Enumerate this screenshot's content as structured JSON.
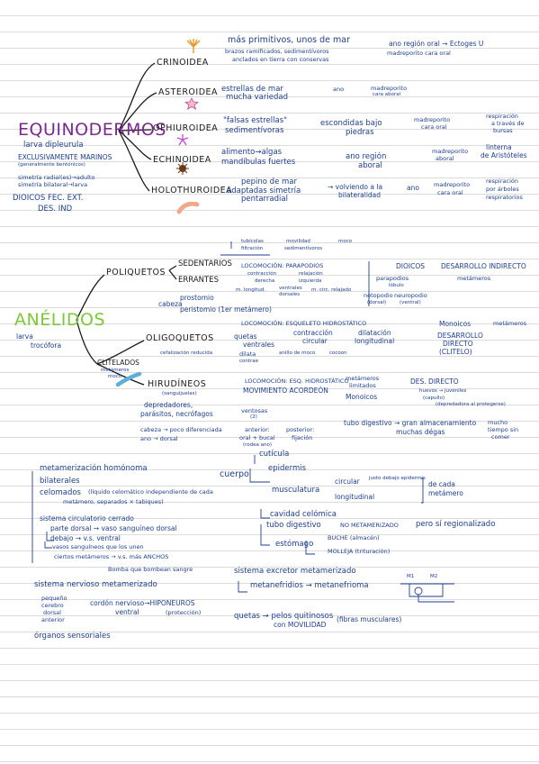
{
  "echinoderms": {
    "title": "EQUINODERMOS",
    "larva": "larva dipleurula",
    "marine": "EXCLUSIVAMENTE MARINOS",
    "benthic": "(generalmente bentónicos)",
    "sym1": "simetría radial(es)→adulto",
    "sym2": "simetría bilateral→larva",
    "dioic": "DIOICOS FEC. EXT.",
    "des": "DES. IND",
    "classes": [
      {
        "name": "CRINOIDEA",
        "l1": "más primitivos, unos de mar",
        "l2": "brazos ramificados, sedimentívoros",
        "l3": "anclados en tierra con conservas",
        "r1": "ano región oral → Ectoges U",
        "r2": "madreporito cara oral"
      },
      {
        "name": "ASTEROIDEA",
        "l1": "estrellas de mar",
        "l2": "mucha variedad",
        "r1": "ano",
        "r2": "madreporito",
        "r3": "cara aboral"
      },
      {
        "name": "OPHIUROIDEA",
        "l1": "\"falsas estrellas\"",
        "l2": "sedimentívoras",
        "m1": "escondidas bajo",
        "m2": "piedras",
        "r1": "madreporito",
        "r2": "cara oral",
        "x1": "respiración",
        "x2": "a través de",
        "x3": "bursas"
      },
      {
        "name": "ECHINOIDEA",
        "l1": "alimento→algas",
        "l2": "mandíbulas fuertes",
        "m1": "ano región",
        "m2": "aboral",
        "r1": "madreporito",
        "r2": "aboral",
        "x1": "linterna",
        "x2": "de Aristóteles"
      },
      {
        "name": "HOLOTHUROIDEA",
        "l1": "pepino de mar",
        "l2": "adaptadas simetría",
        "l3": "pentarradial",
        "m1": "→ volviendo a la",
        "m2": "bilateralidad",
        "r0": "ano",
        "r1": "madreporito",
        "r2": "cara oral",
        "x1": "respiración",
        "x2": "por árboles",
        "x3": "respiratorios"
      }
    ]
  },
  "annelids": {
    "title": "ANÉLIDOS",
    "larva1": "larva",
    "larva2": "trocófora",
    "polychaetes": {
      "name": "POLIQUETOS",
      "sed": "SEDENTARIOS",
      "err": "ERRANTES",
      "sed1": "tubícolas",
      "sed2": "movilidad",
      "sed3": "filtración",
      "sed4": "sedimentívoros",
      "sed5": "moco",
      "loc": "LOCOMOCIÓN: PARAPODIOS",
      "c1": "contracción",
      "c2": "derecha",
      "c3": "relajación",
      "c4": "izquierda",
      "v1": "m. longitud.",
      "v2": "ventrales",
      "v3": "dorsales",
      "v4": "m. circ. relajado",
      "head": "cabeza",
      "head1": "prostomio",
      "head2": "peristomio (1er metámero)",
      "dio": "DIOICOS",
      "des": "DESARROLLO INDIRECTO",
      "met": "metámeros",
      "para": "parapodios",
      "noto": "notopodio",
      "noto2": "(dorsal)",
      "neuro": "neuropodio",
      "neuro2": "(ventral)",
      "lobe": "lóbulo"
    },
    "oligochaetes": {
      "name": "OLIGOQUETOS",
      "loc": "LOCOMOCIÓN: ESQUELETO HIDROSTÁTICO",
      "cef": "cefalización reducida",
      "set": "quetas",
      "set2": "ventrales",
      "cc": "contracción",
      "cc2": "circular",
      "dil": "dilatación",
      "dil2": "longitudinal",
      "mono": "Monoicos",
      "met": "metámeros",
      "des1": "DESARROLLO",
      "des2": "DIRECTO",
      "des3": "(CLITELO)",
      "d1": "dilata",
      "d2": "anillo de moco",
      "d3": "cocoon",
      "d4": "contrae"
    },
    "clitellates": {
      "name": "CLITELADOS",
      "sub": "metámeros",
      "sub2": "moco"
    },
    "leeches": {
      "name": "HIRUDÍNEOS",
      "note": "(sanguijuelas)",
      "loc": "LOCOMOCIÓN: ESQ. HIDROSTÁTICO",
      "mov": "MOVIMIENTO ACORDEÓN",
      "met1": "metámeros",
      "met2": "limitados",
      "mono": "Monoicos",
      "des": "DES. DIRECTO",
      "w1": "huevos → juveniles",
      "w2": "(capullo)",
      "w3": "(depredadora al protegerse)",
      "pred": "depredadores,",
      "par": "parásitos, necrófagos",
      "ven": "ventosas",
      "ven2": "(2)",
      "ant": "anterior:",
      "ant2": "oral + bucal",
      "ant3": "(rodea ano)",
      "post": "posterior:",
      "post2": "fijación",
      "head": "cabeza → poco diferenciada",
      "anus": "ano → dorsal",
      "gut": "tubo digestivo → gran almacenamiento",
      "gut2": "muchas dégas",
      "long1": "mucho",
      "long2": "tiempo sin",
      "long3": "comer"
    },
    "general": {
      "b1": "metamerización homónoma",
      "b2": "bilaterales",
      "b3": "celomados",
      "b3a": "(líquido celomático independiente de cada",
      "b3b": "metámero, separados × tabiques)",
      "b4": "sistema circulatorio cerrado",
      "b4a": "parte dorsal → vaso sanguíneo dorsal",
      "b4b": "debajo → v.s. ventral",
      "b4c": "vasos sanguíneos que los unen",
      "b4d": "ciertos metámeros → v.s. más ANCHOS",
      "b4e": "Bomba que bombean sangre",
      "b5": "sistema nervioso metamerizado",
      "b5a": "pequeño",
      "b5b": "cerebro",
      "b5c": "dorsal",
      "b5d": "anterior",
      "b5e": "cordón nervioso→HIPONEUROS",
      "b5f": "ventral",
      "b5g": "(protección)",
      "b6": "órganos sensoriales",
      "body": "cuerpo",
      "cut": "cutícula",
      "epi": "epidermis",
      "mus": "musculatura",
      "mus1": "circular",
      "mus1b": "justo debajo epidermis",
      "mus2": "longitudinal",
      "each1": "de cada",
      "each2": "metámero",
      "cav": "cavidad celómica",
      "gut": "tubo digestivo",
      "gut2": "NO METAMERIZADO",
      "gut3": "pero sí regionalizado",
      "sto": "estómago",
      "sto1": "BUCHE (almacén)",
      "sto2": "MOLLEJA (trituración)",
      "exc": "sistema excretor metamerizado",
      "exc2": "metanefridios → metanefrioma",
      "setae": "quetas → pelos quitinosos",
      "setae2": "con MOVILIDAD",
      "setae3": "(fibras musculares)",
      "m1": "M1",
      "m2": "M2"
    }
  },
  "colors": {
    "ink": "#1d3d8f",
    "purple_title": "#7a2a8f",
    "green_title": "#7dc83a",
    "class_text": "#1a1a1a"
  },
  "icons": [
    "crinoid-icon",
    "starfish-icon",
    "brittle-star-icon",
    "sea-urchin-icon",
    "sea-cucumber-icon",
    "earthworm-icon"
  ]
}
